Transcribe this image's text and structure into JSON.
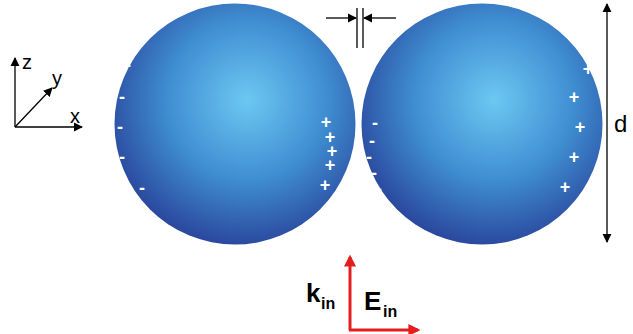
{
  "diagram": {
    "nodes": [
      {
        "text": [
          "-",
          "-",
          "-",
          "-",
          "-",
          "+",
          "+",
          "+",
          "+",
          "+"
        ]
      },
      {
        "text": [
          "-",
          "-",
          "-",
          "-",
          "-",
          "+",
          "+",
          "+",
          "+",
          "+"
        ]
      }
    ],
    "labels": [
      "z",
      "y",
      "x",
      "d",
      "k",
      "in",
      "E",
      "in"
    ]
  }
}
